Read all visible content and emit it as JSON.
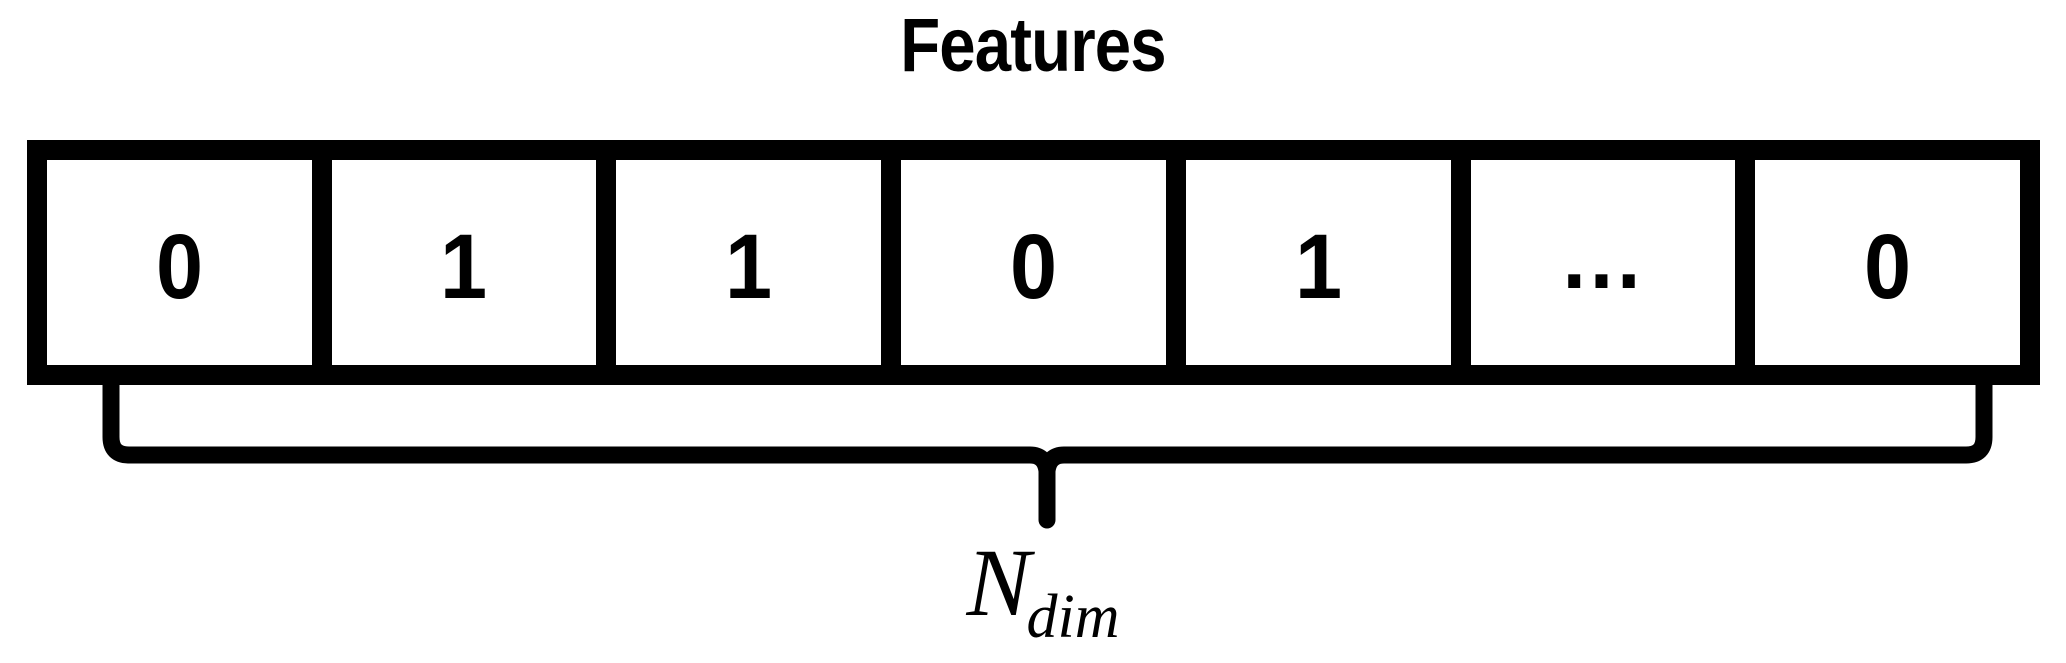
{
  "figure": {
    "title": "Features",
    "dimension_label": {
      "symbol": "N",
      "subscript": "dim"
    }
  },
  "vector": {
    "cells": [
      {
        "value": "0",
        "kind": "bit"
      },
      {
        "value": "1",
        "kind": "bit"
      },
      {
        "value": "1",
        "kind": "bit"
      },
      {
        "value": "0",
        "kind": "bit"
      },
      {
        "value": "1",
        "kind": "bit"
      },
      {
        "value": "...",
        "kind": "ellipsis"
      },
      {
        "value": "0",
        "kind": "bit"
      }
    ]
  },
  "colors": {
    "ink": "#000000",
    "paper": "#ffffff"
  }
}
